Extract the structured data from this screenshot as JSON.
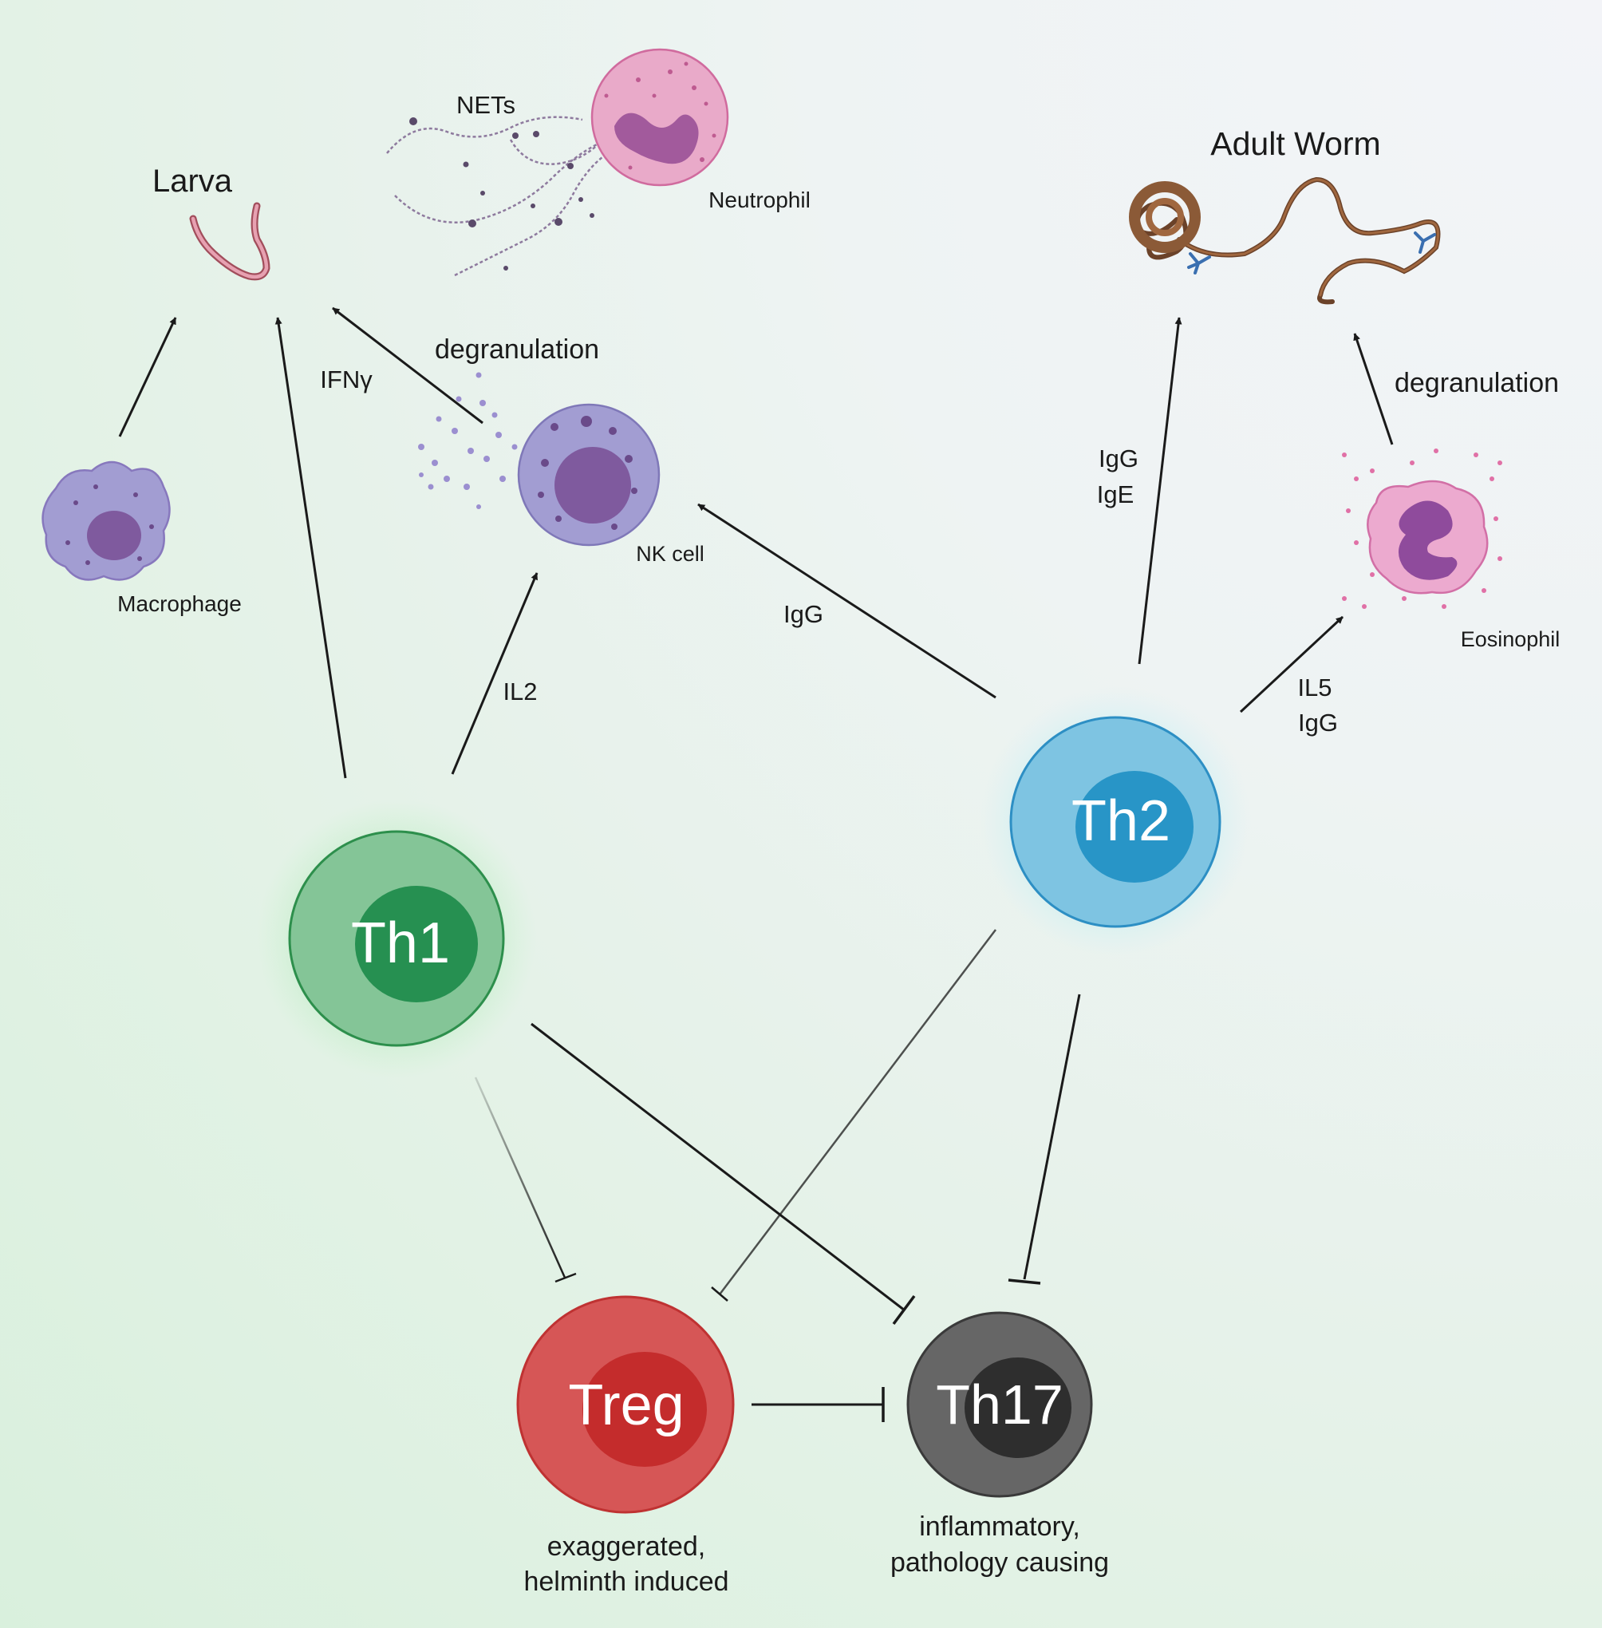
{
  "nodes": {
    "th1": {
      "label": "Th1",
      "fill": "#84c597",
      "nucleus": "#269051",
      "stroke": "#2d8f4c"
    },
    "th2": {
      "label": "Th2",
      "fill": "#7ec4e2",
      "nucleus": "#2895c7",
      "stroke": "#2d8fc4"
    },
    "treg": {
      "label": "Treg",
      "fill": "#d65656",
      "nucleus": "#c42c2c",
      "stroke": "#bf3232"
    },
    "th17": {
      "label": "Th17",
      "fill": "#666666",
      "nucleus": "#2e2e2e",
      "stroke": "#3a3a3a"
    }
  },
  "targets": {
    "larva": "Larva",
    "adult_worm": "Adult Worm"
  },
  "cells": {
    "macrophage": "Macrophage",
    "nk_cell": "NK cell",
    "neutrophil": "Neutrophil",
    "eosinophil": "Eosinophil",
    "nets": "NETs"
  },
  "edge_labels": {
    "ifng": "IFNγ",
    "il2": "IL2",
    "nk_degranulation": "degranulation",
    "igg_nk": "IgG",
    "igg_ige_line1": "IgG",
    "igg_ige_line2": "IgE",
    "eos_degranulation": "degranulation",
    "il5_line1": "IL5",
    "il5_line2": "IgG"
  },
  "captions": {
    "treg_line1": "exaggerated,",
    "treg_line2": "helminth induced",
    "th17_line1": "inflammatory,",
    "th17_line2": "pathology causing"
  }
}
